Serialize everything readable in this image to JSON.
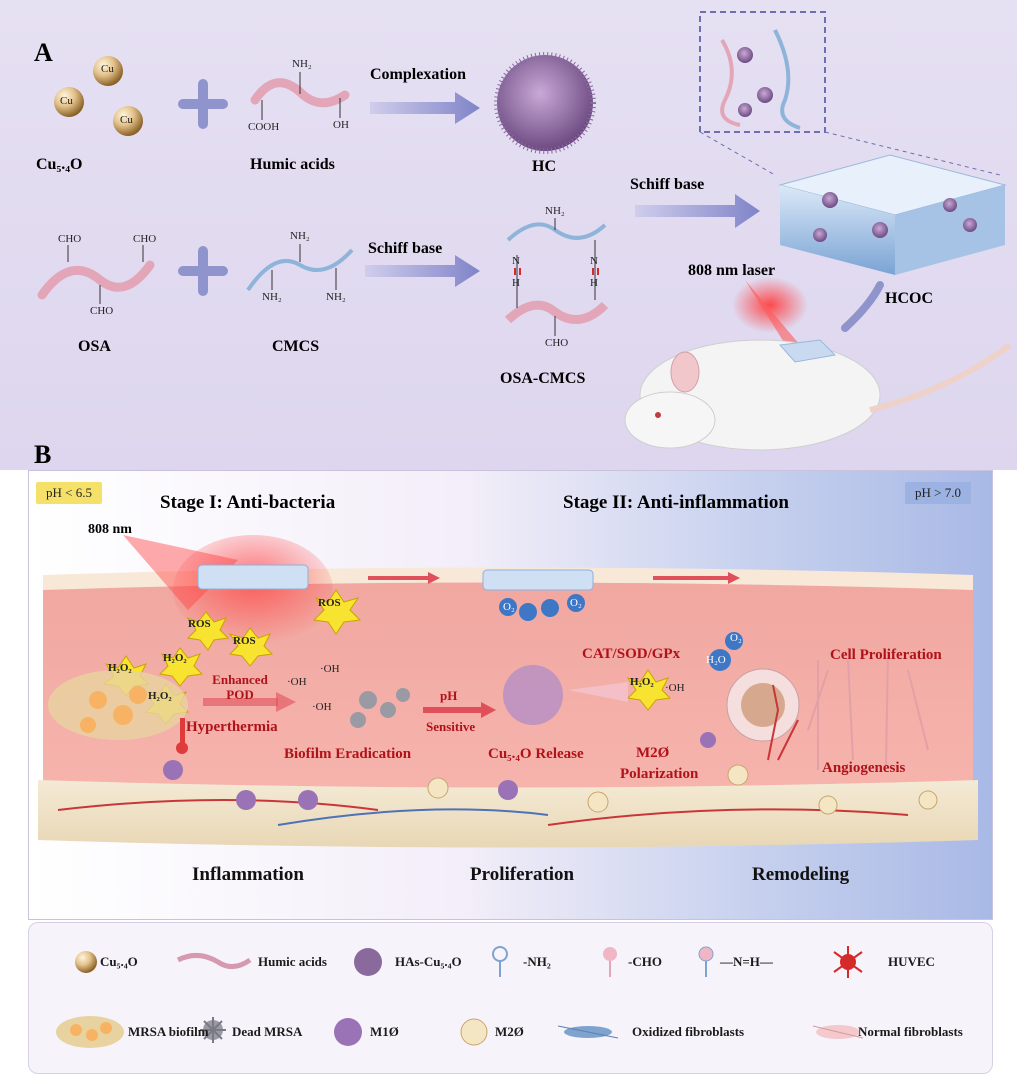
{
  "panel_a": {
    "label": "A",
    "cu_label": "Cu₅.₄O",
    "humic_label": "Humic acids",
    "hc_label": "HC",
    "complexation": "Complexation",
    "osa_label": "OSA",
    "cmcs_label": "CMCS",
    "osa_cmcs_label": "OSA-CMCS",
    "schiff1": "Schiff base",
    "schiff2": "Schiff base",
    "hcoc_label": "HCOC",
    "laser_label": "808 nm laser",
    "chem": {
      "nh2": "NH₂",
      "cooh": "COOH",
      "oh": "OH",
      "cho": "CHO",
      "cu": "Cu",
      "n": "N",
      "h": "H"
    }
  },
  "panel_b": {
    "label": "B",
    "ph_low": "pH < 6.5",
    "ph_high": "pH > 7.0",
    "stage1": "Stage I: Anti-bacteria",
    "stage2": "Stage II: Anti-inflammation",
    "nm808": "808 nm",
    "ros": "ROS",
    "h2o2": "H₂O₂",
    "oh_rad": "·OH",
    "o2": "O₂",
    "h2o": "H₂O",
    "enhanced_pod": "Enhanced POD",
    "hyperthermia": "Hyperthermia",
    "biofilm_eradication": "Biofilm Eradication",
    "ph_sensitive_1": "pH",
    "ph_sensitive_2": "Sensitive",
    "cu_release": "Cu₅.₄O Release",
    "m2_polar_1": "M2Ø",
    "m2_polar_2": "Polarization",
    "cat": "CAT/SOD/GPx",
    "cell_prolif": "Cell Proliferation",
    "angio": "Angiogenesis",
    "phase1": "Inflammation",
    "phase2": "Proliferation",
    "phase3": "Remodeling"
  },
  "legend": {
    "items": [
      {
        "label": "Cu₅.₄O"
      },
      {
        "label": "Humic acids"
      },
      {
        "label": "HAs-Cu₅.₄O"
      },
      {
        "label": "-NH₂"
      },
      {
        "label": "-CHO"
      },
      {
        "label": "—N=H—"
      },
      {
        "label": "HUVEC"
      },
      {
        "label": "MRSA biofilm"
      },
      {
        "label": "Dead MRSA"
      },
      {
        "label": "M1Ø"
      },
      {
        "label": "M2Ø"
      },
      {
        "label": "Oxidized fibroblasts"
      },
      {
        "label": "Normal fibroblasts"
      }
    ]
  },
  "colors": {
    "panel_a_bg": "#e2dcf1",
    "arrow": "#8e8fce",
    "polymer_pink": "#e3a6b8",
    "polymer_blue": "#8fb4da",
    "skin": "#f2a4a0",
    "red_text": "#b0121a"
  }
}
